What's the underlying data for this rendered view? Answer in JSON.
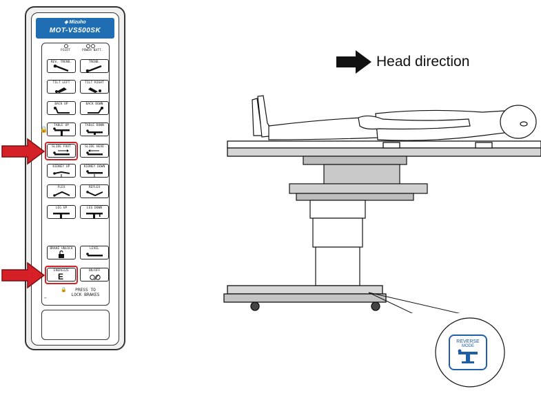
{
  "remote": {
    "brand": "Mizuho",
    "model": "MOT-VS500SK",
    "lamps": [
      "PILOT",
      "POWER BATT."
    ],
    "buttons": [
      {
        "left": "REV. TREND.",
        "right": "TREND."
      },
      {
        "left": "TILT LEFT",
        "right": "TILT RIGHT"
      },
      {
        "left": "BACK UP",
        "right": "BACK DOWN"
      },
      {
        "left": "TABLE UP",
        "right": "TABLE DOWN"
      },
      {
        "left": "SLIDE FOOT",
        "right": "SLIDE HEAD"
      },
      {
        "left": "KIDNEY UP",
        "right": "KIDNEY DOWN"
      },
      {
        "left": "FLEX",
        "right": "REFLEX"
      },
      {
        "left": "LEG UP",
        "right": "LEG DOWN"
      },
      {
        "left": "BRAKE UNLOCK",
        "right": "LEVEL"
      },
      {
        "left": "ENERGIZE",
        "right": "ON/OFF"
      }
    ],
    "energize_symbol": "E",
    "lock_note": [
      "PRESS TO",
      "LOCK BRAKES"
    ]
  },
  "diagram": {
    "head_direction": "Head direction",
    "reverse_badge": [
      "REVERSE",
      "MODE"
    ]
  },
  "colors": {
    "accent_blue": "#1f6eb4",
    "highlight_red": "#d62027"
  }
}
